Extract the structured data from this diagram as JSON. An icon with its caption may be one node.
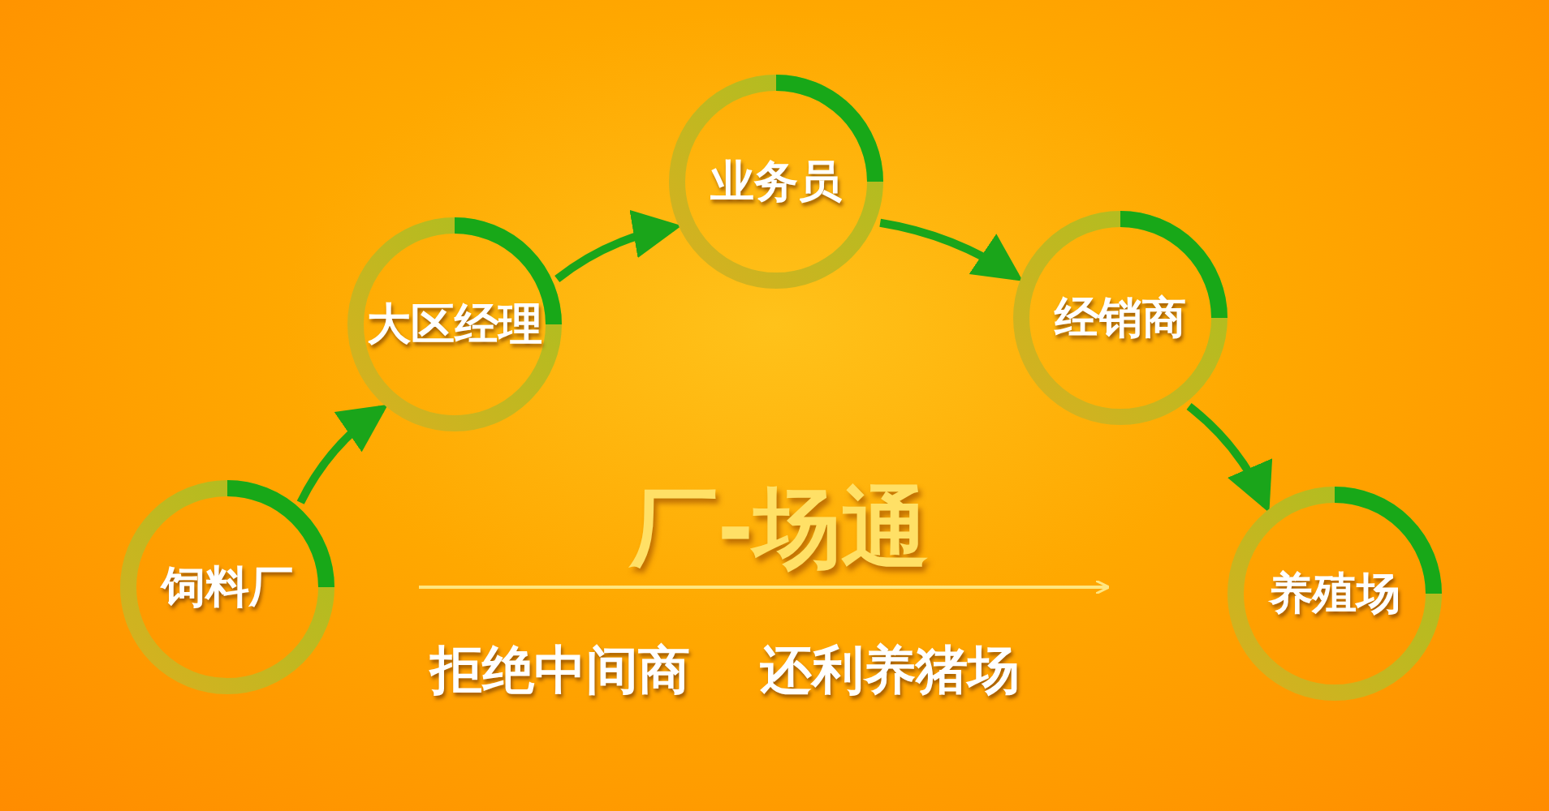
{
  "diagram": {
    "title": "厂-场通",
    "nodes": [
      {
        "text": [
          "饲料厂"
        ]
      },
      {
        "text": [
          "大区经理"
        ]
      },
      {
        "text": [
          "业务员"
        ]
      },
      {
        "text": [
          "经销商"
        ]
      },
      {
        "text": [
          "养殖场"
        ]
      }
    ],
    "edges": [
      {
        "from": 0,
        "to": 1,
        "arrow": "to"
      },
      {
        "from": 1,
        "to": 2,
        "arrow": "to"
      },
      {
        "from": 2,
        "to": 3,
        "arrow": "to"
      },
      {
        "from": 3,
        "to": 4,
        "arrow": "to"
      }
    ],
    "labels": [
      "拒绝中间商",
      "还利养猪场"
    ]
  }
}
